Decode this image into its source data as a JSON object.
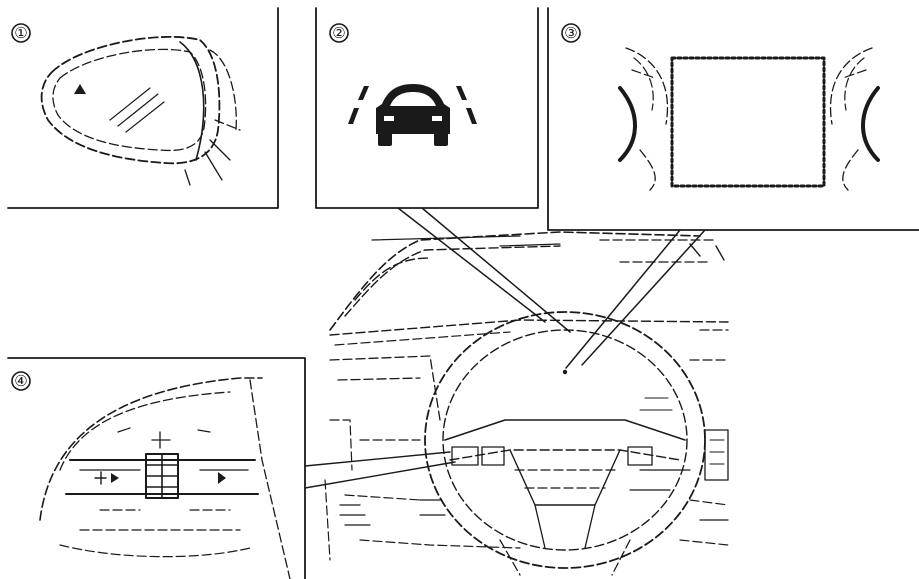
{
  "callouts": [
    {
      "number": "①",
      "subject": "side-mirror-indicator"
    },
    {
      "number": "②",
      "subject": "warning-indicator"
    },
    {
      "number": "③",
      "subject": "vehicle-information-display"
    },
    {
      "number": "④",
      "subject": "steering-wheel-switch"
    }
  ],
  "colors": {
    "ink": "#1a1a1a",
    "background": "#ffffff"
  },
  "icons": [
    "side-mirror-icon",
    "car-front-icon",
    "dotted-display-icon",
    "steering-switch-icon"
  ]
}
